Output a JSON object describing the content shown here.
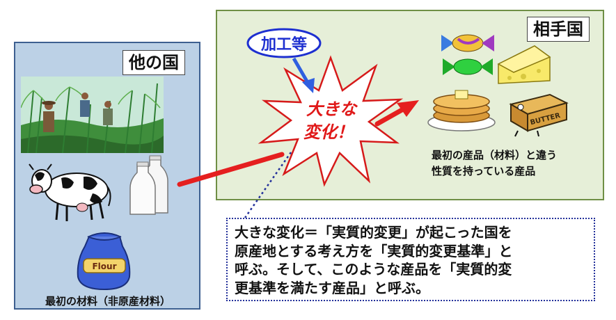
{
  "left": {
    "title": "他の国",
    "caption": "最初の材料（非原産材料）"
  },
  "right": {
    "title": "相手国",
    "caption_line1": "最初の産品（材料）と違う",
    "caption_line2": "性質を持っている産品"
  },
  "burst": {
    "line1": "大きな",
    "line2": "変化！"
  },
  "bubble": {
    "label": "加工等"
  },
  "labels": {
    "flour": "Flour",
    "butter": "BUTTER"
  },
  "explanation": "大きな変化＝「実質的変更」が起こった国を\n原産地とする考え方を「実質的変更基準」と\n呼ぶ。そして、このような産品を「実質的変\n更基準を満たす産品」と呼ぶ。",
  "colors": {
    "left_panel": "#bcd1e6",
    "right_panel": "#e6efd8",
    "arrow": "#e51f1f",
    "bubble_border": "#1d2fd0",
    "bubble_arrow": "#2f5fe0",
    "burst_text": "#e01818"
  }
}
